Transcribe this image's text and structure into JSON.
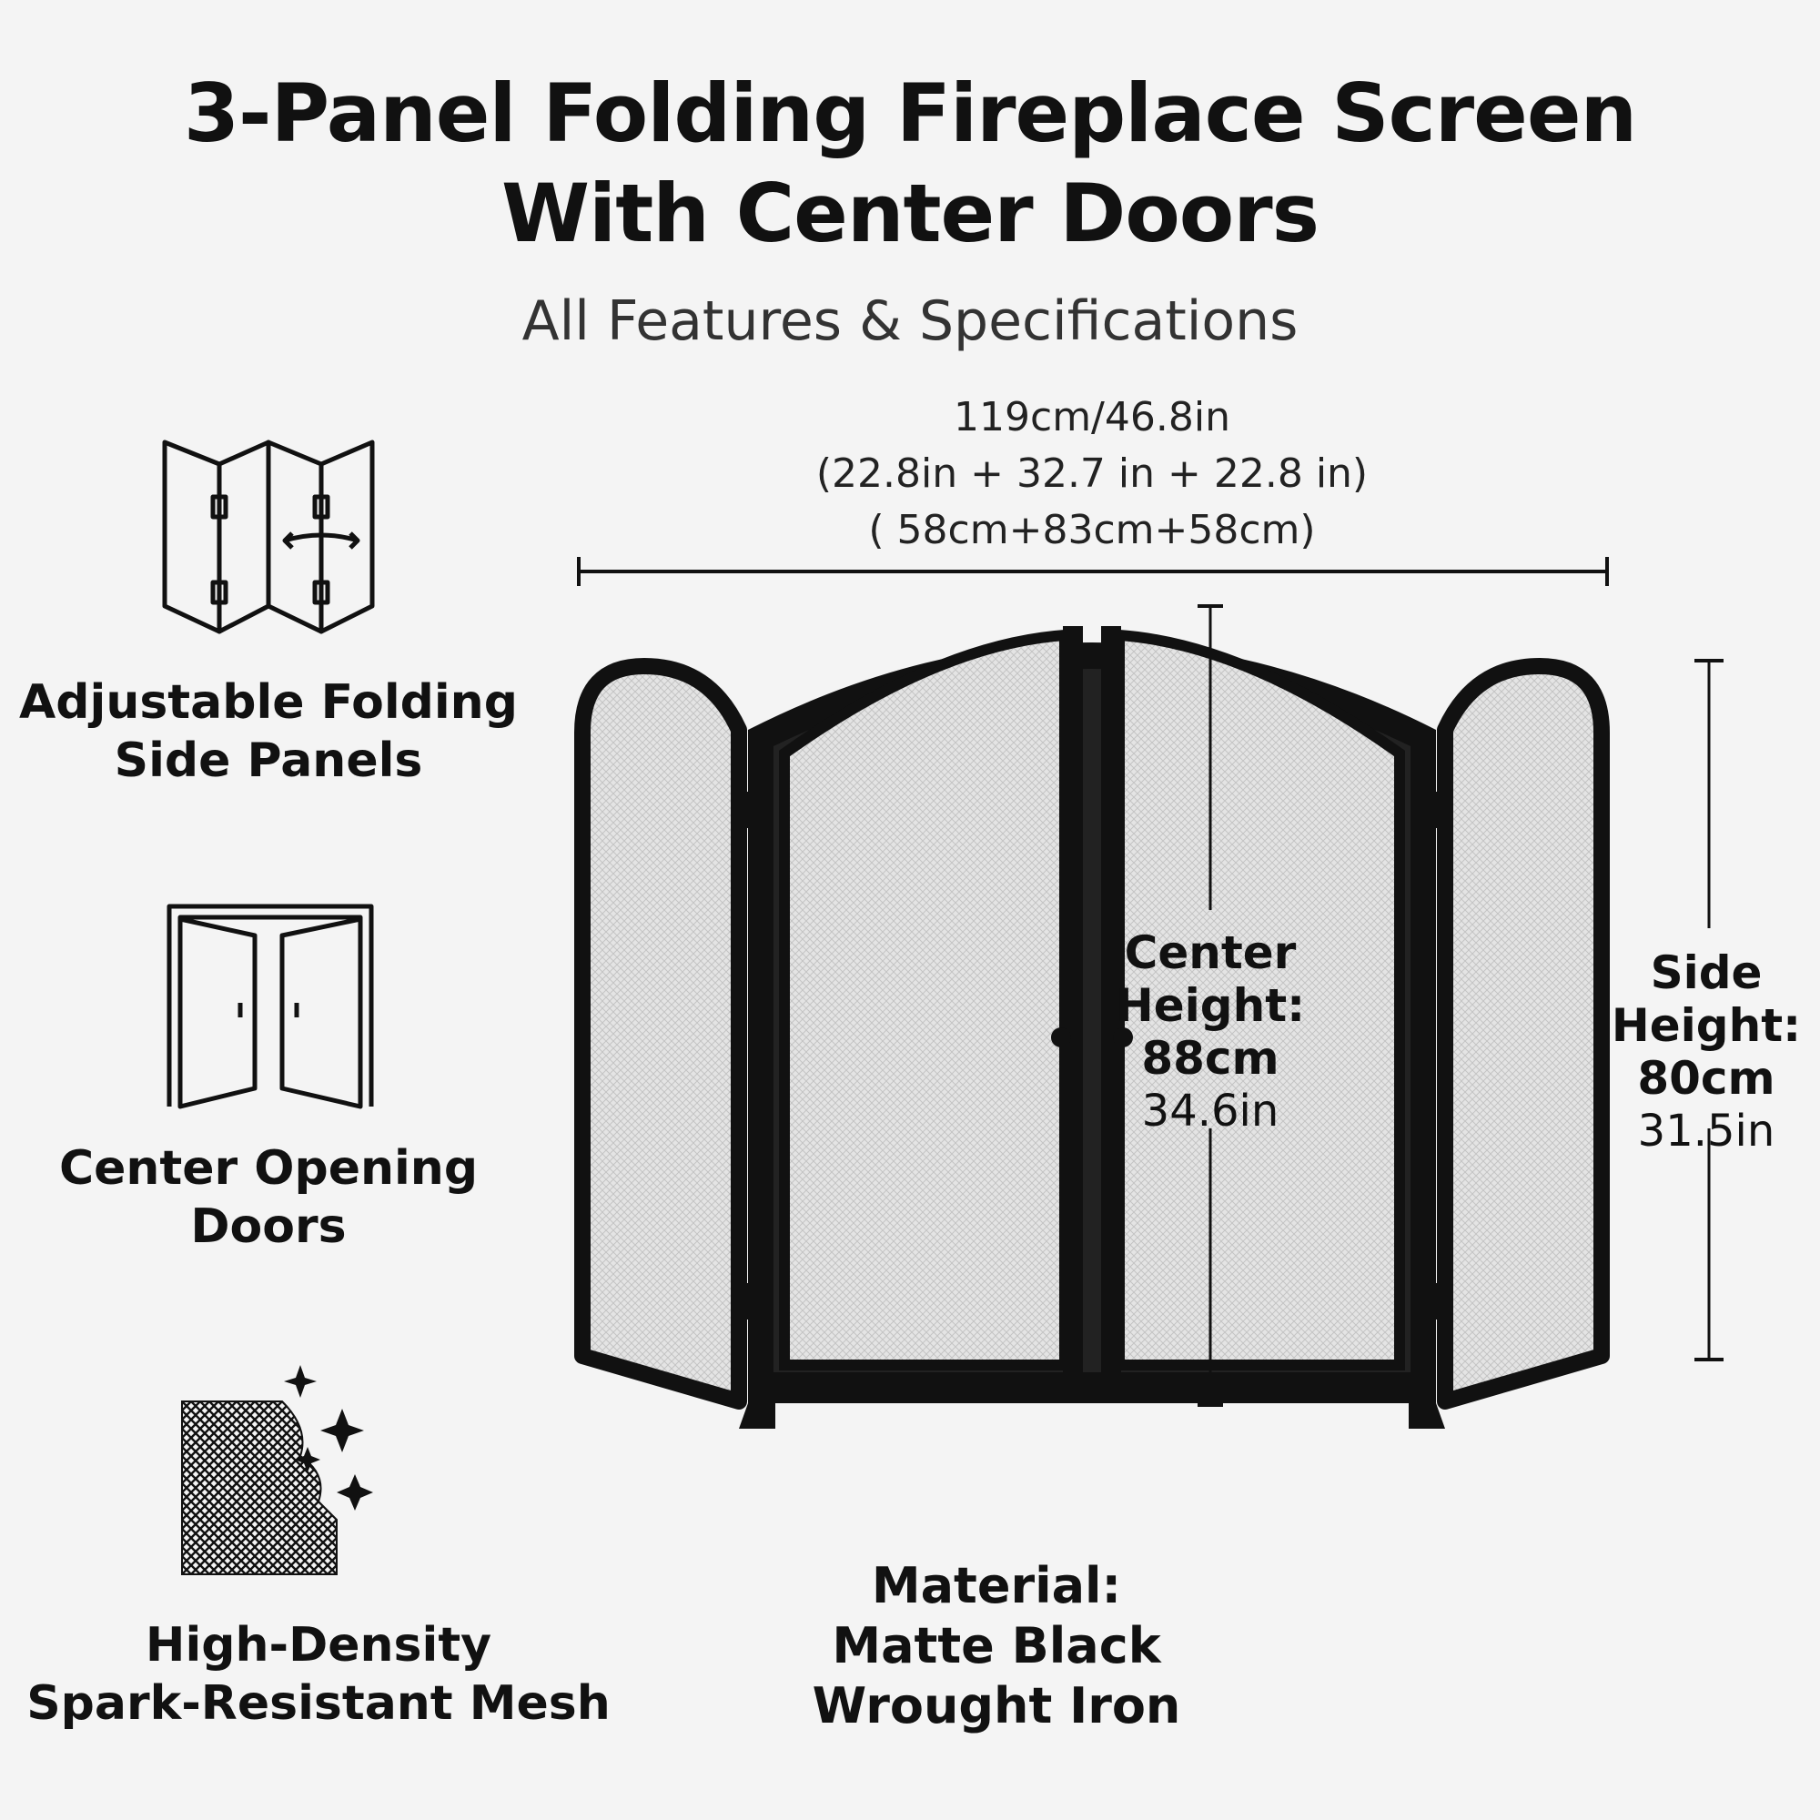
{
  "header": {
    "title_line1": "3-Panel Folding Fireplace Screen",
    "title_line2": "With Center Doors",
    "subtitle": "All Features & Specifications"
  },
  "dimensions": {
    "total_width": "119cm/46.8in",
    "panel_widths_in": "(22.8in + 32.7 in + 22.8 in)",
    "panel_widths_cm": "( 58cm+83cm+58cm)"
  },
  "center_height": {
    "label_line1": "Center",
    "label_line2": "Height:",
    "metric": "88cm",
    "imperial": "34.6in"
  },
  "side_height": {
    "label_line1": "Side",
    "label_line2": "Height:",
    "metric": "80cm",
    "imperial": "31.5in"
  },
  "features": [
    {
      "line1": "Adjustable Folding",
      "line2": "Side Panels",
      "icon": "folding-panels-icon"
    },
    {
      "line1": "Center Opening",
      "line2": "Doors",
      "icon": "double-door-icon"
    },
    {
      "line1": "High-Density",
      "line2": "Spark-Resistant Mesh",
      "icon": "mesh-sparkle-icon"
    }
  ],
  "material": {
    "line1": "Material:",
    "line2": "Matte Black",
    "line3": "Wrought Iron"
  },
  "colors": {
    "background": "#f4f4f4",
    "frame": "#111111",
    "mesh": "#e2e2e2"
  }
}
